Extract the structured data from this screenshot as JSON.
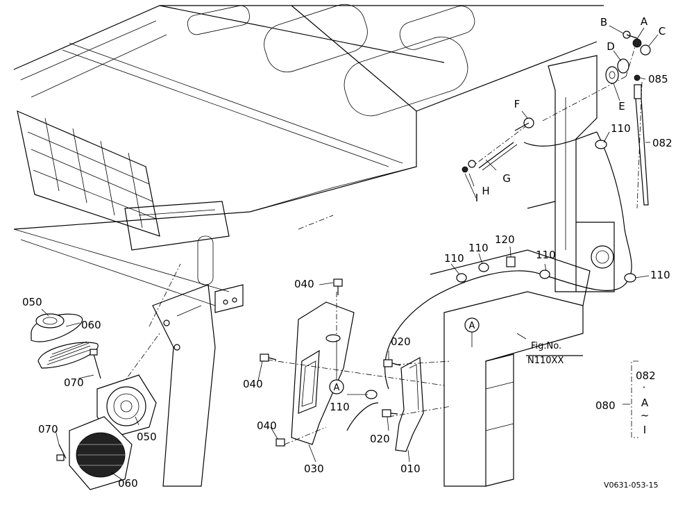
{
  "labels": {
    "A": "A",
    "B": "B",
    "C": "C",
    "D": "D",
    "E": "E",
    "F": "F",
    "G": "G",
    "H": "H",
    "I": "I",
    "p085": "085",
    "p082": "082",
    "p110": "110",
    "p120": "120",
    "p040": "040",
    "p020": "020",
    "p050": "050",
    "p060": "060",
    "p070": "070",
    "p030": "030",
    "p010": "010",
    "circle_A": "A",
    "fig_no": "Fig.No.",
    "fig_ref": "N110XX",
    "group_num": "080",
    "group_top": "082",
    "group_dot": "·",
    "group_A": "A",
    "group_tilde": "~",
    "group_I": "I",
    "drawing_code": "V0631-053-15"
  }
}
